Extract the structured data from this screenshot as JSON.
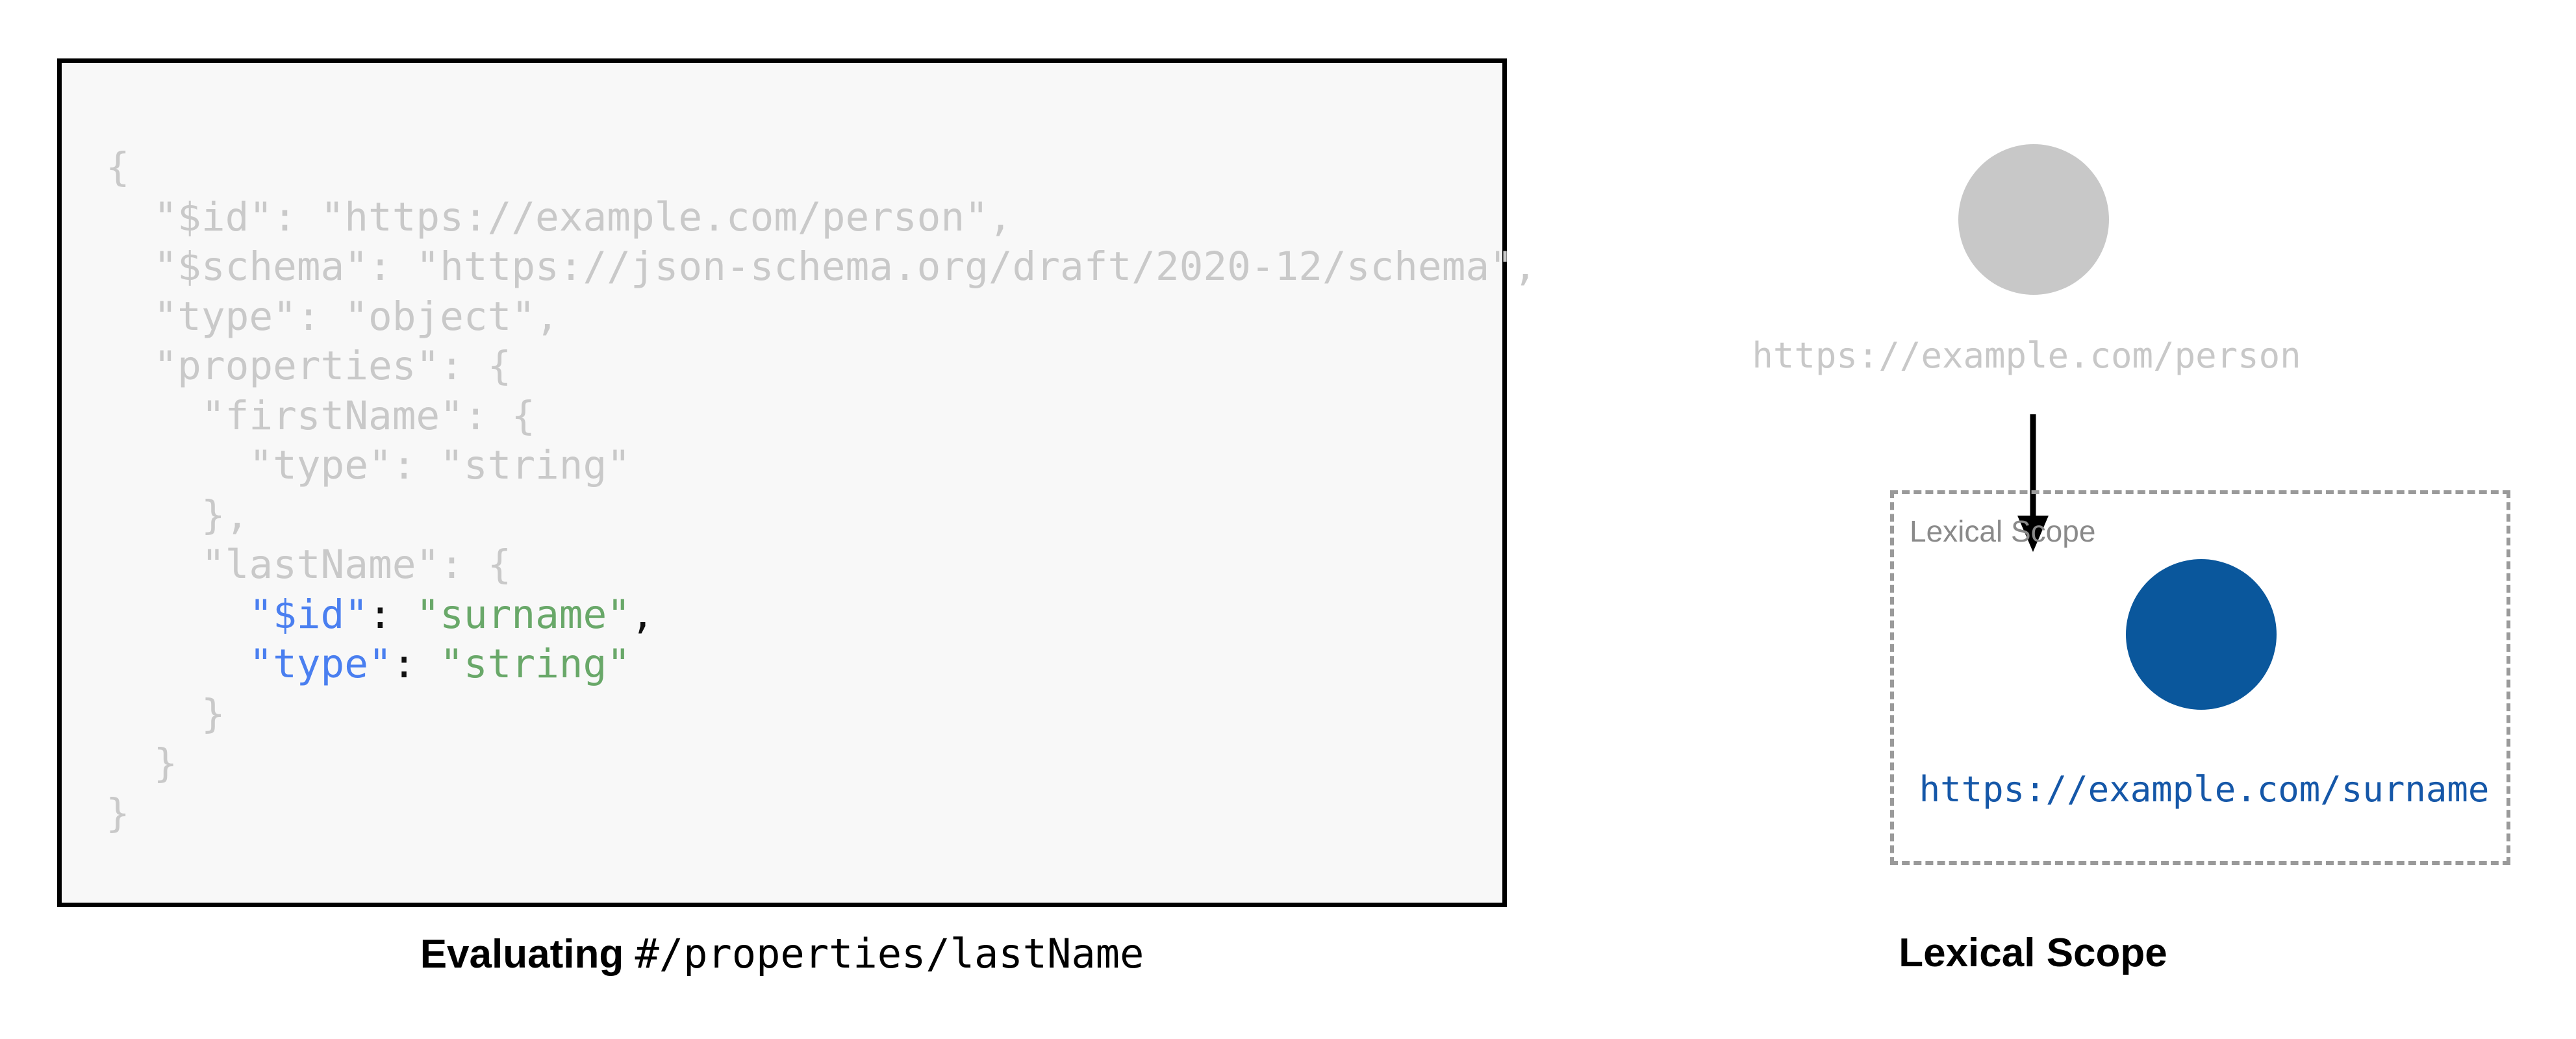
{
  "colors": {
    "code_dim": "#c9c9c9",
    "code_key": "#4a7ff0",
    "code_string": "#69a869",
    "code_punct": "#111111",
    "code_bg": "#f8f8f8",
    "code_border": "#000000",
    "node_inactive": "#c8c8c8",
    "node_active": "#0a579c",
    "scope_border": "#9a9a9a",
    "scope_label": "#8a8a8a",
    "url_active": "#1557a8",
    "url_inactive": "#c8c8c8"
  },
  "code_panel": {
    "language": "json",
    "lines": [
      {
        "indent": 0,
        "segments": [
          {
            "text": "{",
            "style": "dim"
          }
        ]
      },
      {
        "indent": 1,
        "segments": [
          {
            "text": "\"$id\": \"https://example.com/person\",",
            "style": "dim"
          }
        ]
      },
      {
        "indent": 1,
        "segments": [
          {
            "text": "\"$schema\": \"https://json-schema.org/draft/2020-12/schema\",",
            "style": "dim"
          }
        ]
      },
      {
        "indent": 1,
        "segments": [
          {
            "text": "\"type\": \"object\",",
            "style": "dim"
          }
        ]
      },
      {
        "indent": 1,
        "segments": [
          {
            "text": "\"properties\": {",
            "style": "dim"
          }
        ]
      },
      {
        "indent": 2,
        "segments": [
          {
            "text": "\"firstName\": {",
            "style": "dim"
          }
        ]
      },
      {
        "indent": 3,
        "segments": [
          {
            "text": "\"type\": \"string\"",
            "style": "dim"
          }
        ]
      },
      {
        "indent": 2,
        "segments": [
          {
            "text": "},",
            "style": "dim"
          }
        ]
      },
      {
        "indent": 2,
        "segments": [
          {
            "text": "\"lastName\": {",
            "style": "dim"
          }
        ]
      },
      {
        "indent": 3,
        "segments": [
          {
            "text": "\"$id\"",
            "style": "key"
          },
          {
            "text": ": ",
            "style": "punct"
          },
          {
            "text": "\"surname\"",
            "style": "string"
          },
          {
            "text": ",",
            "style": "punct"
          }
        ]
      },
      {
        "indent": 3,
        "segments": [
          {
            "text": "\"type\"",
            "style": "key"
          },
          {
            "text": ": ",
            "style": "punct"
          },
          {
            "text": "\"string\"",
            "style": "string"
          }
        ]
      },
      {
        "indent": 2,
        "segments": [
          {
            "text": "}",
            "style": "dim"
          }
        ]
      },
      {
        "indent": 1,
        "segments": [
          {
            "text": "}",
            "style": "dim"
          }
        ]
      },
      {
        "indent": 0,
        "segments": [
          {
            "text": "}",
            "style": "dim"
          }
        ]
      }
    ],
    "caption_bold": "Evaluating",
    "caption_mono": "#/properties/lastName"
  },
  "diagram_panel": {
    "root_node": {
      "label": "https://example.com/person",
      "state": "inactive"
    },
    "arrow": {
      "direction": "down",
      "from": "root-node",
      "to": "scoped-node"
    },
    "scope": {
      "label": "Lexical Scope",
      "border_style": "dashed",
      "node": {
        "label": "https://example.com/surname",
        "state": "active"
      }
    },
    "caption": "Lexical Scope"
  }
}
